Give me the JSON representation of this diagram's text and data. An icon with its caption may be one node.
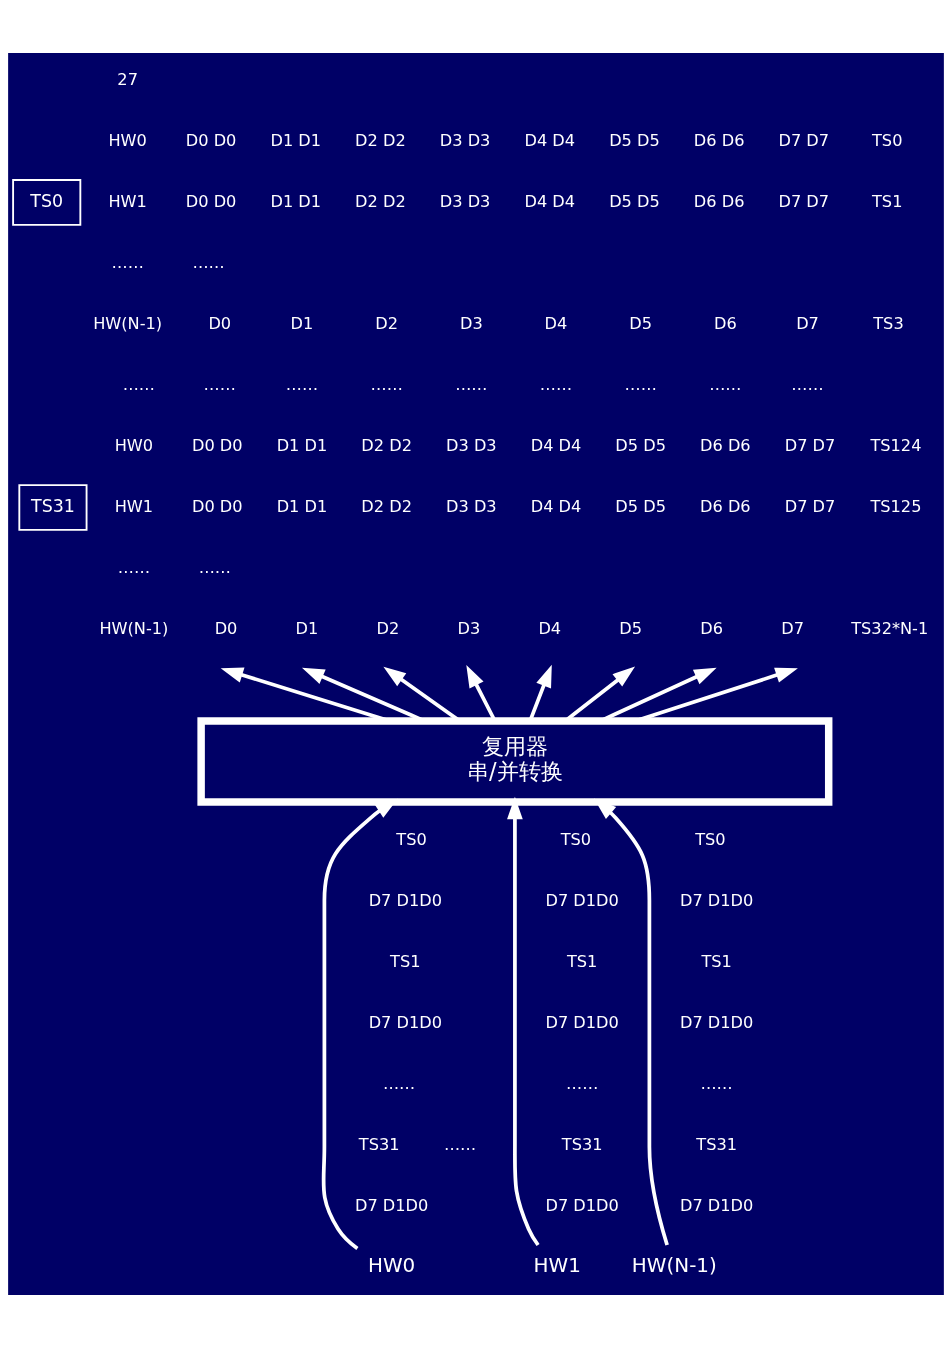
{
  "diagram": {
    "nodes": [
      {
        "text": [
          "TS0"
        ]
      },
      {
        "text": [
          "TS31"
        ]
      },
      {
        "text": [
          "复用器",
          "串/并转换"
        ]
      },
      {
        "text": [
          "HW0"
        ]
      },
      {
        "text": [
          "HW1"
        ]
      },
      {
        "text": [
          "HW(N-1)"
        ]
      }
    ],
    "edges": [
      {
        "from": 3,
        "to": 2,
        "arrow": "to"
      },
      {
        "from": 4,
        "to": 2,
        "arrow": "to"
      },
      {
        "from": 5,
        "to": 2,
        "arrow": "to"
      },
      {
        "from": 2,
        "to": null,
        "arrow": "to"
      },
      {
        "from": 2,
        "to": null,
        "arrow": "to"
      },
      {
        "from": 2,
        "to": null,
        "arrow": "to"
      },
      {
        "from": 2,
        "to": null,
        "arrow": "to"
      },
      {
        "from": 2,
        "to": null,
        "arrow": "to"
      },
      {
        "from": 2,
        "to": null,
        "arrow": "to"
      },
      {
        "from": 2,
        "to": null,
        "arrow": "to"
      },
      {
        "from": 2,
        "to": null,
        "arrow": "to"
      }
    ],
    "labels": [
      "27",
      "HW0",
      "D0 D0",
      "D1 D1",
      "D2 D2",
      "D3 D3",
      "D4 D4",
      "D5 D5",
      "D6 D6",
      "D7 D7",
      "TS0",
      "HW1",
      "D0 D0",
      "D1 D1",
      "D2 D2",
      "D3 D3",
      "D4 D4",
      "D5 D5",
      "D6 D6",
      "D7 D7",
      "TS1",
      "……",
      "……",
      "HW(N-1)",
      "D0",
      "D1",
      "D2",
      "D3",
      "D4",
      "D5",
      "D6",
      "D7",
      "TS3",
      "……",
      "……",
      "……",
      "……",
      "……",
      "……",
      "……",
      "……",
      "……",
      "HW0",
      "D0 D0",
      "D1 D1",
      "D2 D2",
      "D3 D3",
      "D4 D4",
      "D5 D5",
      "D6 D6",
      "D7 D7",
      "TS124",
      "HW1",
      "D0 D0",
      "D1 D1",
      "D2 D2",
      "D3 D3",
      "D4 D4",
      "D5 D5",
      "D6 D6",
      "D7 D7",
      "TS125",
      "……",
      "……",
      "HW(N-1)",
      "D0",
      "D1",
      "D2",
      "D3",
      "D4",
      "D5",
      "D6",
      "D7",
      "TS32*N-1",
      "TS0",
      "D7 D1D0",
      "TS1",
      "D7 D1D0",
      "……",
      "TS31",
      "D7 D1D0",
      "TS0",
      "D7 D1D0",
      "TS1",
      "D7 D1D0",
      "……",
      "TS31",
      "D7 D1D0",
      "……",
      "TS0",
      "D7 D1D0",
      "TS1",
      "D7 D1D0",
      "……",
      "TS31",
      "D7 D1D0"
    ]
  }
}
